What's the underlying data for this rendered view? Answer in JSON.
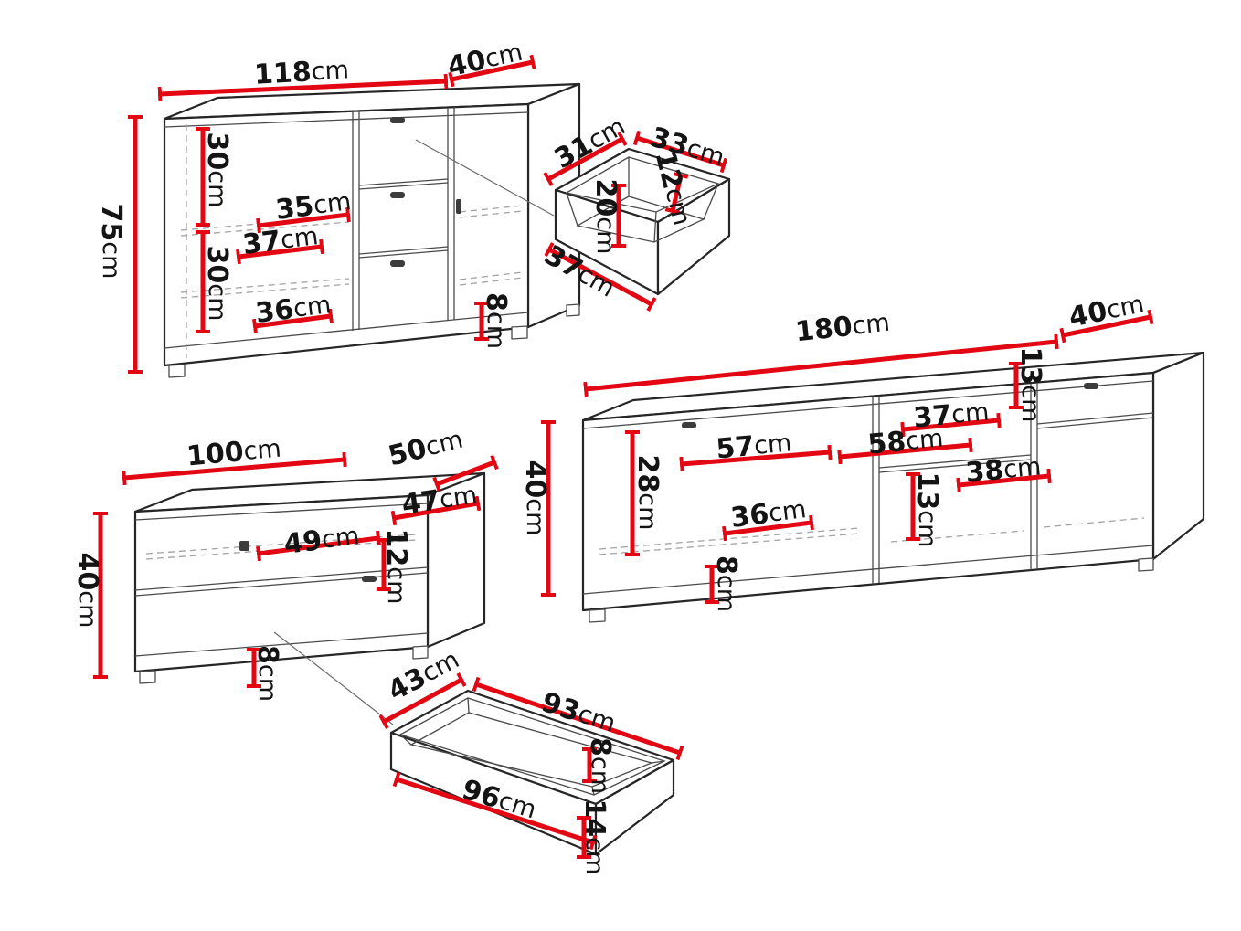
{
  "diagram": {
    "unit": "cm",
    "colors": {
      "dimension": "#e30613",
      "outline": "#262626",
      "hidden_line": "#a3a3a3",
      "background": "#ffffff"
    },
    "pieces": {
      "sideboard": {
        "labels": {
          "width": {
            "value": "118",
            "unit": "cm"
          },
          "depth": {
            "value": "40",
            "unit": "cm"
          },
          "height": {
            "value": "75",
            "unit": "cm"
          },
          "upper_inner_height": {
            "value": "30",
            "unit": "cm"
          },
          "shelf_width": {
            "value": "35",
            "unit": "cm"
          },
          "shelf_depth": {
            "value": "37",
            "unit": "cm"
          },
          "lower_inner_height": {
            "value": "30",
            "unit": "cm"
          },
          "bottom_inner_width": {
            "value": "36",
            "unit": "cm"
          },
          "plinth_height": {
            "value": "8",
            "unit": "cm"
          }
        }
      },
      "small_drawer": {
        "labels": {
          "inner_depth": {
            "value": "31",
            "unit": "cm"
          },
          "inner_width": {
            "value": "33",
            "unit": "cm"
          },
          "side_height": {
            "value": "12",
            "unit": "cm"
          },
          "front_height": {
            "value": "20",
            "unit": "cm"
          },
          "bottom_width": {
            "value": "37",
            "unit": "cm"
          }
        }
      },
      "tv_stand": {
        "labels": {
          "width": {
            "value": "180",
            "unit": "cm"
          },
          "depth": {
            "value": "40",
            "unit": "cm"
          },
          "height": {
            "value": "40",
            "unit": "cm"
          },
          "top_right_height": {
            "value": "13",
            "unit": "cm"
          },
          "upper_shelf_width": {
            "value": "37",
            "unit": "cm"
          },
          "left_inner_width": {
            "value": "57",
            "unit": "cm"
          },
          "middle_inner_width": {
            "value": "58",
            "unit": "cm"
          },
          "right_shelf_width": {
            "value": "38",
            "unit": "cm"
          },
          "inner_height": {
            "value": "28",
            "unit": "cm"
          },
          "bottom_inner_width": {
            "value": "36",
            "unit": "cm"
          },
          "lower_shelf_height": {
            "value": "13",
            "unit": "cm"
          },
          "plinth_height": {
            "value": "8",
            "unit": "cm"
          }
        }
      },
      "low_cabinet": {
        "labels": {
          "width": {
            "value": "100",
            "unit": "cm"
          },
          "depth": {
            "value": "50",
            "unit": "cm"
          },
          "height": {
            "value": "40",
            "unit": "cm"
          },
          "inner_depth": {
            "value": "47",
            "unit": "cm"
          },
          "inner_width": {
            "value": "49",
            "unit": "cm"
          },
          "inner_height": {
            "value": "12",
            "unit": "cm"
          },
          "plinth_height": {
            "value": "8",
            "unit": "cm"
          }
        }
      },
      "large_drawer": {
        "labels": {
          "inner_depth": {
            "value": "43",
            "unit": "cm"
          },
          "inner_width": {
            "value": "93",
            "unit": "cm"
          },
          "side_height": {
            "value": "8",
            "unit": "cm"
          },
          "bottom_width": {
            "value": "96",
            "unit": "cm"
          },
          "front_height": {
            "value": "14",
            "unit": "cm"
          }
        }
      }
    }
  }
}
